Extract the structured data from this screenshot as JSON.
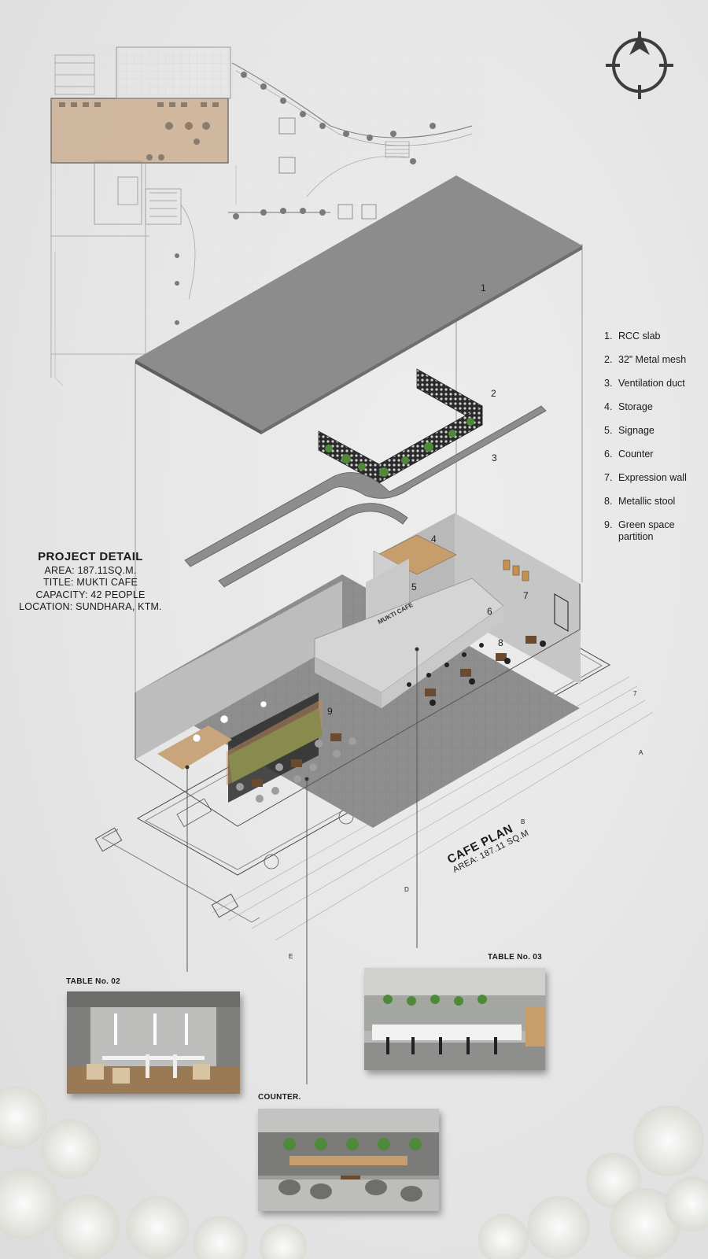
{
  "legend": {
    "items": [
      {
        "num": "1.",
        "text": "RCC slab"
      },
      {
        "num": "2.",
        "text": "32” Metal mesh"
      },
      {
        "num": "3.",
        "text": "Ventilation duct"
      },
      {
        "num": "4.",
        "text": "Storage"
      },
      {
        "num": "5.",
        "text": "Signage"
      },
      {
        "num": "6.",
        "text": "Counter"
      },
      {
        "num": "7.",
        "text": "Expression wall"
      },
      {
        "num": "8.",
        "text": "Metallic stool"
      },
      {
        "num": "9.",
        "text": "Green space partition"
      }
    ]
  },
  "project": {
    "title": "PROJECT DETAIL",
    "area": "AREA: 187.11SQ.M.",
    "name": "TITLE: MUKTI CAFE",
    "capacity": "CAPACITY: 42 PEOPLE",
    "location": "LOCATION: SUNDHARA, KTM."
  },
  "plan": {
    "title": "CAFE PLAN",
    "area": "AREA: 187.11 SQ.M"
  },
  "callouts": [
    "1",
    "2",
    "3",
    "4",
    "5",
    "6",
    "7",
    "8",
    "9"
  ],
  "signage_text": "MUKTI CAFE",
  "renders": {
    "table2": "TABLE No.  02",
    "table3": "TABLE No.  03",
    "counter": "COUNTER."
  },
  "plan_letters": [
    "A",
    "B",
    "D",
    "E",
    "7"
  ],
  "colors": {
    "background": "#e6e6e6",
    "slab": "#8e8e8e",
    "wall": "#b0b0b0",
    "floor": "#8f8f8f",
    "wood": "#c8a57a",
    "green": "#4f8a3a"
  }
}
